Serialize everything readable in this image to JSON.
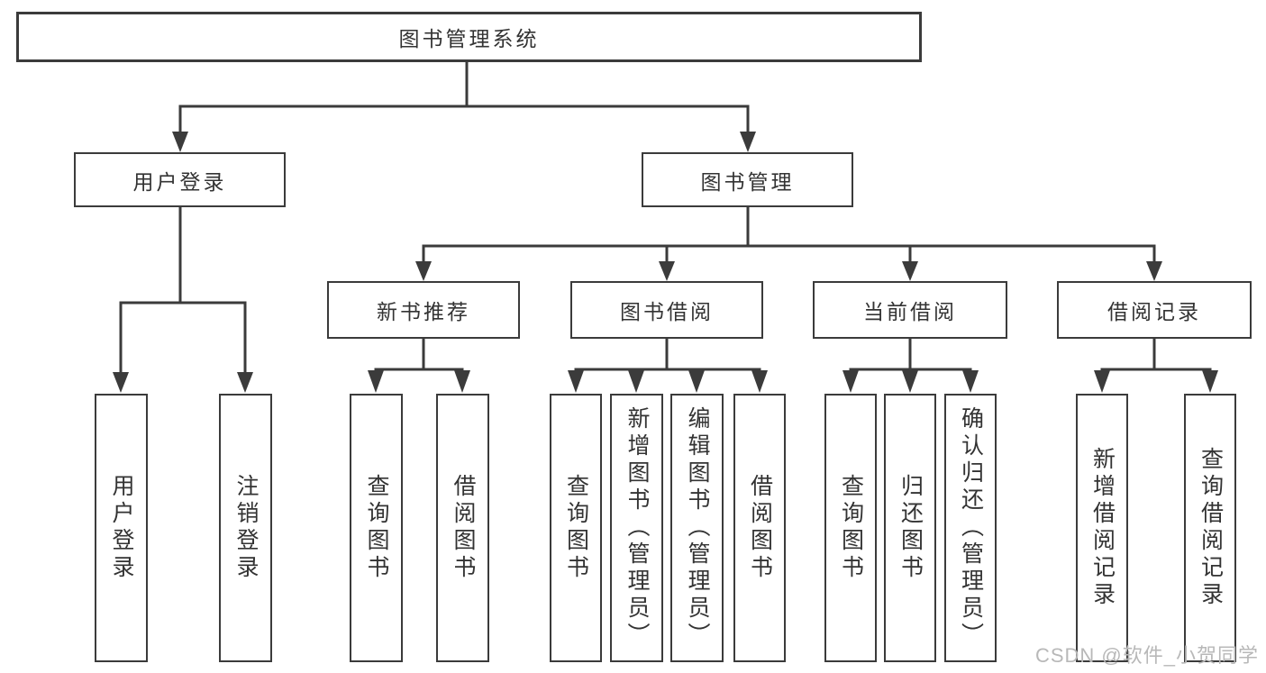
{
  "diagram": {
    "root": {
      "label": "图书管理系统"
    },
    "level2": [
      {
        "label": "用户登录"
      },
      {
        "label": "图书管理"
      }
    ],
    "level3": [
      {
        "label": "新书推荐"
      },
      {
        "label": "图书借阅"
      },
      {
        "label": "当前借阅"
      },
      {
        "label": "借阅记录"
      }
    ],
    "leaves": {
      "user_login": [
        {
          "label": "用户登录"
        },
        {
          "label": "注销登录"
        }
      ],
      "new_book": [
        {
          "label": "查询图书"
        },
        {
          "label": "借阅图书"
        }
      ],
      "book_borrow": [
        {
          "label": "查询图书"
        },
        {
          "label": "新增图书（管理员）"
        },
        {
          "label": "编辑图书（管理员）"
        },
        {
          "label": "借阅图书"
        }
      ],
      "current_borrow": [
        {
          "label": "查询图书"
        },
        {
          "label": "归还图书"
        },
        {
          "label": "确认归还（管理员）"
        }
      ],
      "borrow_record": [
        {
          "label": "新增借阅记录"
        },
        {
          "label": "查询借阅记录"
        }
      ]
    }
  },
  "watermark": {
    "text": "CSDN @软件_小贺同学"
  },
  "colors": {
    "line": "#3b3b3b",
    "text": "#333333",
    "watermark": "#b8b8b8",
    "background": "#ffffff"
  }
}
